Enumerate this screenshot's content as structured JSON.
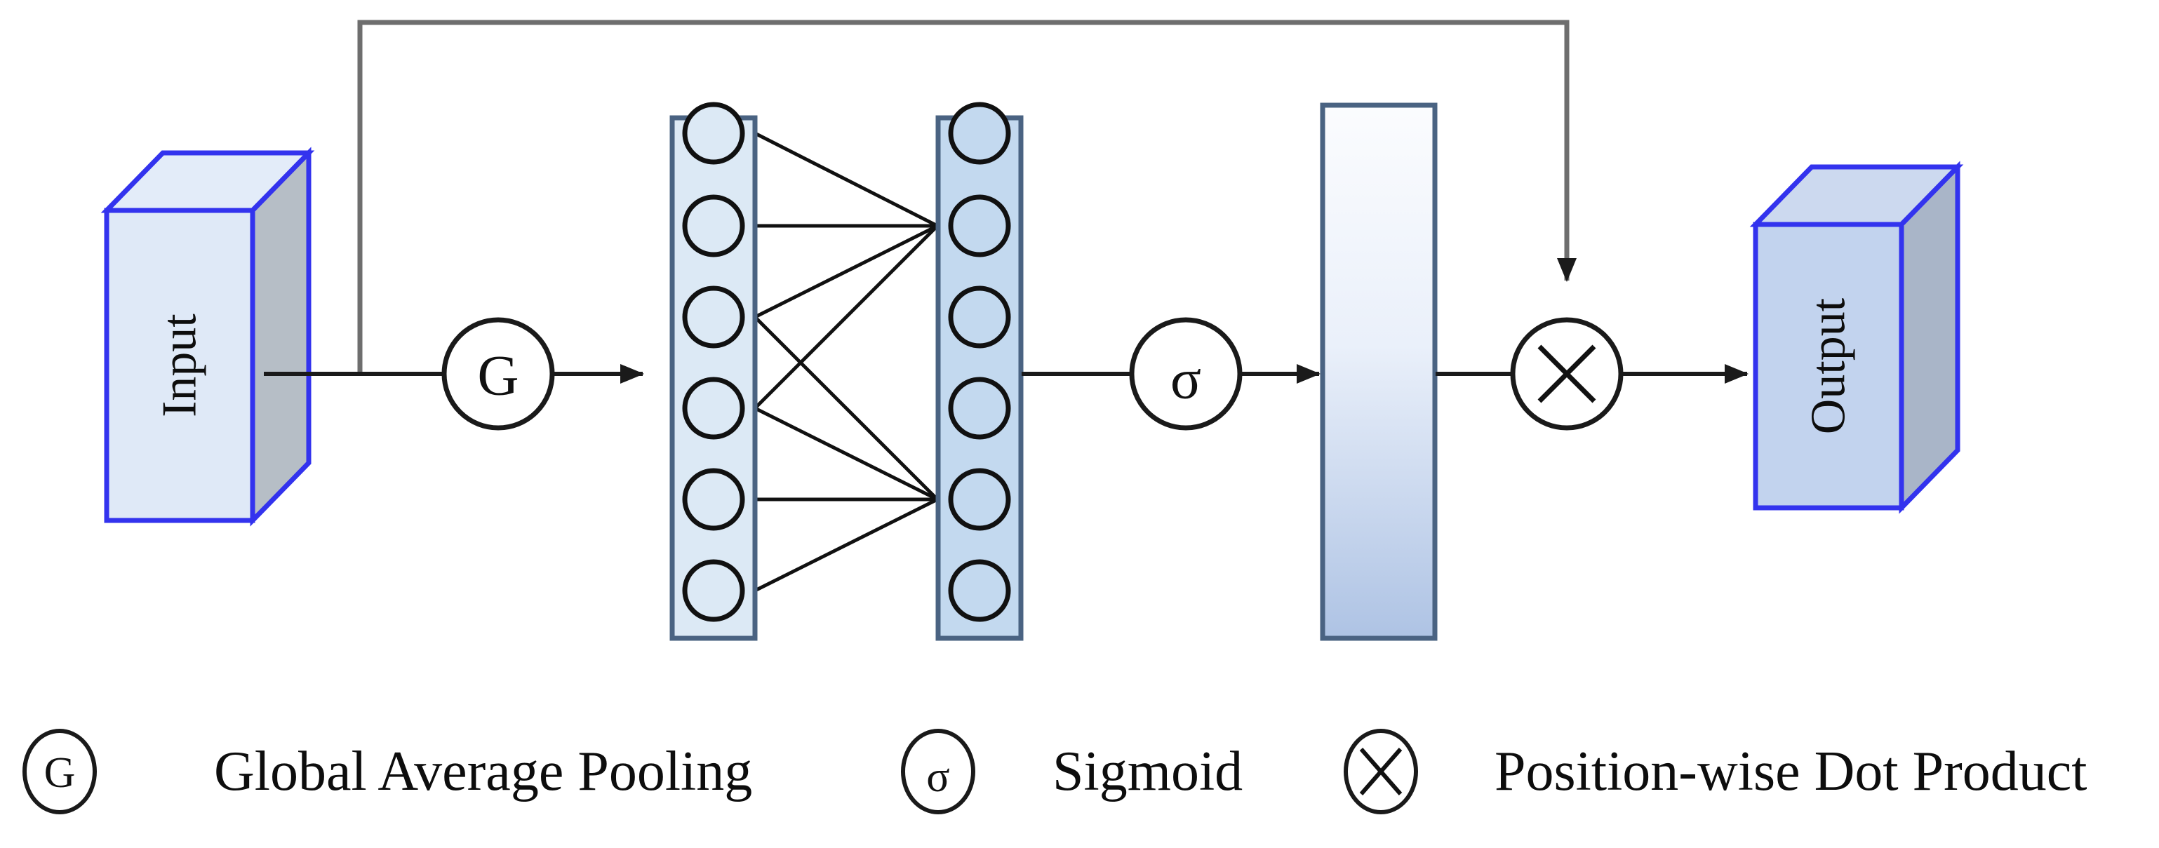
{
  "figure": {
    "type": "neural-network-block-diagram",
    "background_color": "#ffffff"
  },
  "blocks": {
    "input": {
      "label": "Input",
      "front_fill": "#dfe9f7",
      "side_fill": "#b6bec6",
      "top_fill": "#e3ecf9",
      "stroke": "#3333ee"
    },
    "output": {
      "label": "Output",
      "front_fill": "#c2d3ee",
      "side_fill": "#a9b5c8",
      "top_fill": "#ccd9ef",
      "stroke": "#3333ee"
    }
  },
  "operators": {
    "gap": {
      "glyph": "G",
      "name": "global-average-pooling-node",
      "stroke": "#1a1a1a",
      "fill": "#ffffff"
    },
    "sigmoid": {
      "glyph": "σ",
      "name": "sigmoid-node",
      "stroke": "#1a1a1a",
      "fill": "#ffffff"
    },
    "multiply": {
      "glyph": "×",
      "name": "dot-product-node",
      "stroke": "#1a1a1a",
      "fill": "#ffffff"
    }
  },
  "layers": {
    "fc1": {
      "name": "fully-connected-layer-1",
      "units": 6,
      "panel_fill": "#dce9f5",
      "panel_stroke": "#4a6382",
      "node_stroke": "#111111",
      "node_fill": "#dce9f5"
    },
    "fc2": {
      "name": "fully-connected-layer-2",
      "units": 6,
      "panel_fill": "#c3d9ef",
      "panel_stroke": "#4a6382",
      "node_stroke": "#111111",
      "node_fill": "#c3d9ef"
    },
    "attention_map": {
      "name": "attention-weight-bar",
      "gradient_top": "#fbfcfe",
      "gradient_bottom": "#aec3e4",
      "stroke": "#4a6382"
    }
  },
  "connections": {
    "edge_color": "#111111",
    "edges": [
      {
        "from": 1,
        "to": 2
      },
      {
        "from": 2,
        "to": 2
      },
      {
        "from": 3,
        "to": 2
      },
      {
        "from": 4,
        "to": 2
      },
      {
        "from": 3,
        "to": 5
      },
      {
        "from": 4,
        "to": 5
      },
      {
        "from": 5,
        "to": 5
      },
      {
        "from": 6,
        "to": 5
      }
    ]
  },
  "skip_connection": {
    "name": "residual-skip-path",
    "color": "#6e6e6e"
  },
  "arrows": {
    "color": "#1a1a1a"
  },
  "legend": {
    "items": [
      {
        "glyph": "G",
        "icon_name": "gap-legend-icon",
        "label": "Global Average Pooling"
      },
      {
        "glyph": "σ",
        "icon_name": "sigmoid-legend-icon",
        "label": "Sigmoid"
      },
      {
        "glyph": "×",
        "icon_name": "multiply-legend-icon",
        "label": "Position-wise Dot Product"
      }
    ]
  }
}
